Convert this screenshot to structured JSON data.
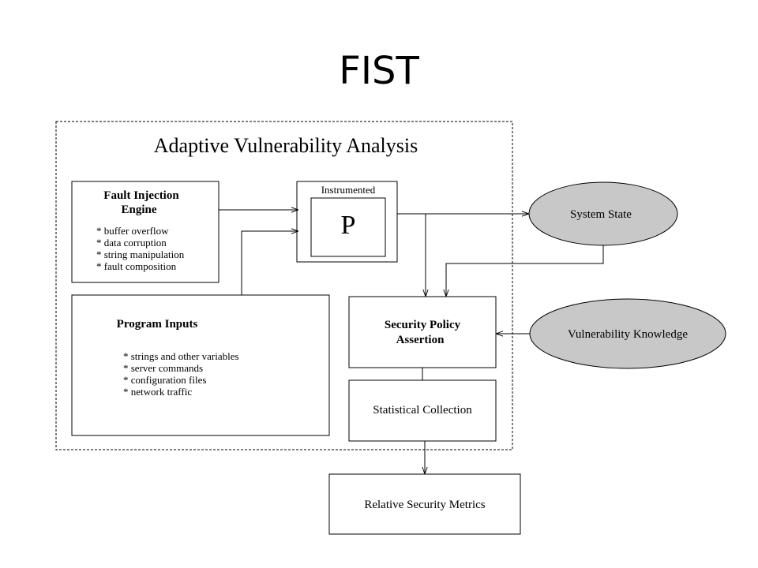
{
  "slide": {
    "title": "FIST"
  },
  "diagram": {
    "boundary_title": "Adaptive Vulnerability Analysis",
    "fault_injection_engine": {
      "title_line1": "Fault Injection",
      "title_line2": "Engine",
      "items": [
        "* buffer overflow",
        "* data corruption",
        "* string manipulation",
        "* fault composition"
      ]
    },
    "instrumented": {
      "label": "Instrumented",
      "program_symbol": "P"
    },
    "program_inputs": {
      "title": "Program Inputs",
      "items": [
        "* strings and other variables",
        "* server commands",
        "* configuration files",
        "* network traffic"
      ]
    },
    "system_state": "System State",
    "vulnerability_knowledge": "Vulnerability Knowledge",
    "security_policy": {
      "line1": "Security Policy",
      "line2": "Assertion"
    },
    "statistical_collection": "Statistical Collection",
    "relative_security_metrics": "Relative Security Metrics"
  }
}
